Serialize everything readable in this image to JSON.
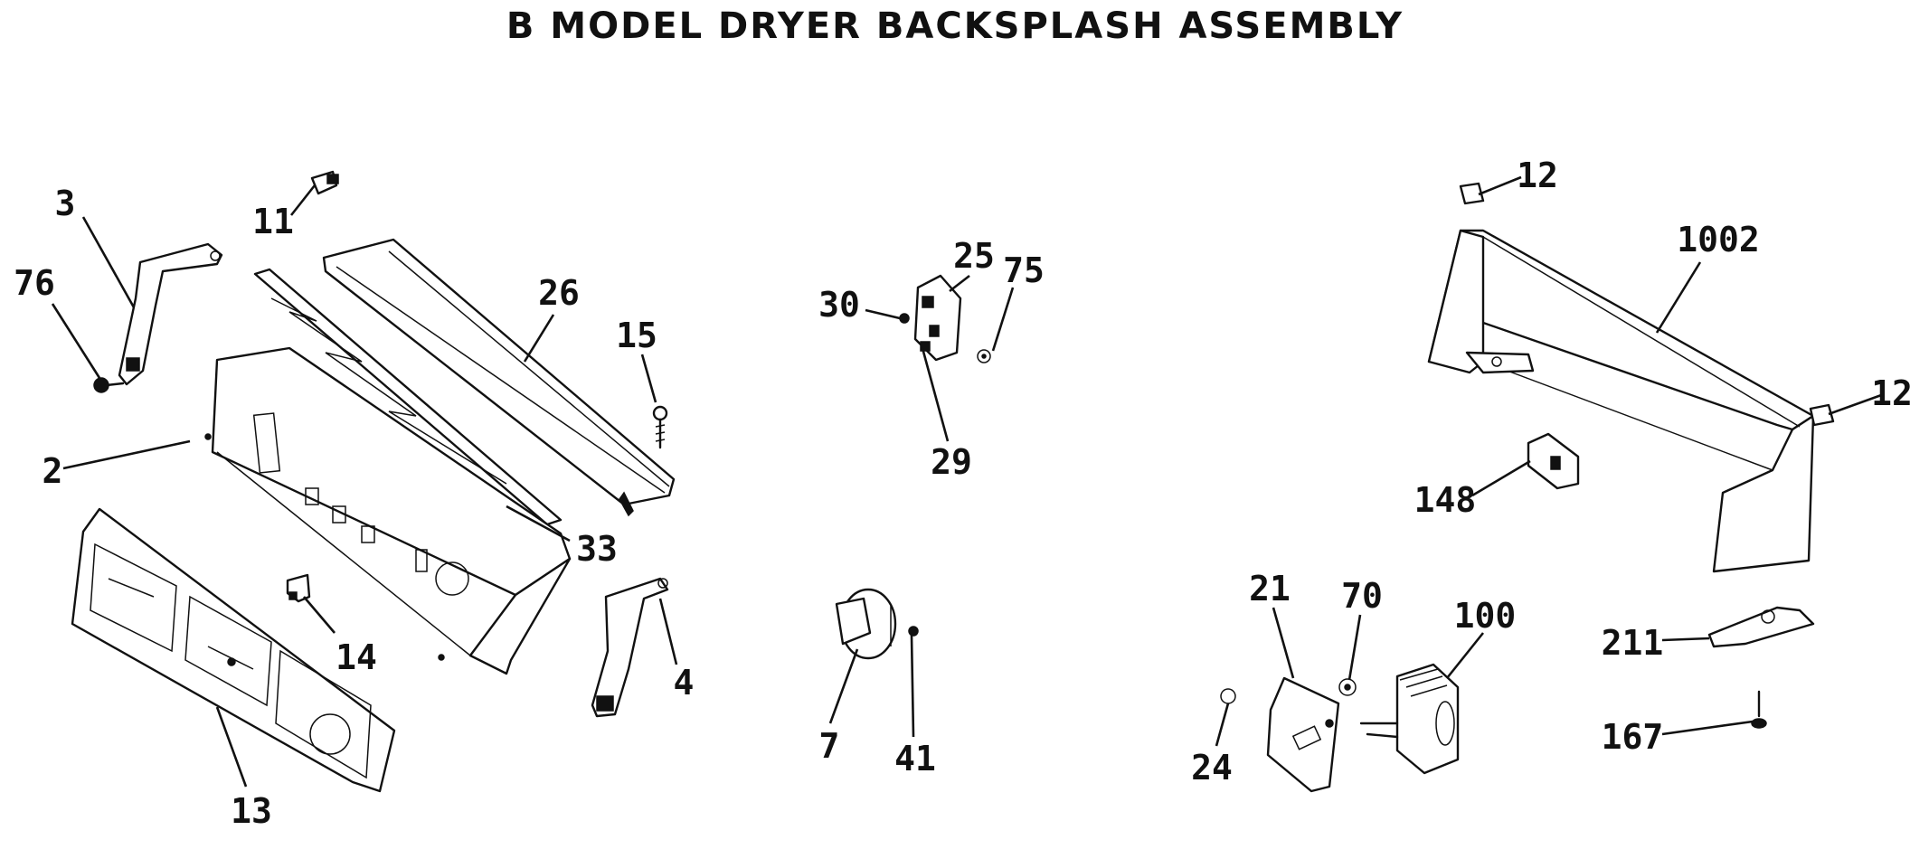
{
  "title": "B MODEL DRYER BACKSPLASH ASSEMBLY",
  "callouts": [
    {
      "id": "3"
    },
    {
      "id": "76"
    },
    {
      "id": "11"
    },
    {
      "id": "26"
    },
    {
      "id": "15"
    },
    {
      "id": "2"
    },
    {
      "id": "33"
    },
    {
      "id": "14"
    },
    {
      "id": "4"
    },
    {
      "id": "13"
    },
    {
      "id": "25"
    },
    {
      "id": "75"
    },
    {
      "id": "30"
    },
    {
      "id": "29"
    },
    {
      "id": "7"
    },
    {
      "id": "41"
    },
    {
      "id": "12"
    },
    {
      "id": "1002"
    },
    {
      "id": "12"
    },
    {
      "id": "148"
    },
    {
      "id": "21"
    },
    {
      "id": "70"
    },
    {
      "id": "100"
    },
    {
      "id": "24"
    },
    {
      "id": "211"
    },
    {
      "id": "167"
    }
  ]
}
